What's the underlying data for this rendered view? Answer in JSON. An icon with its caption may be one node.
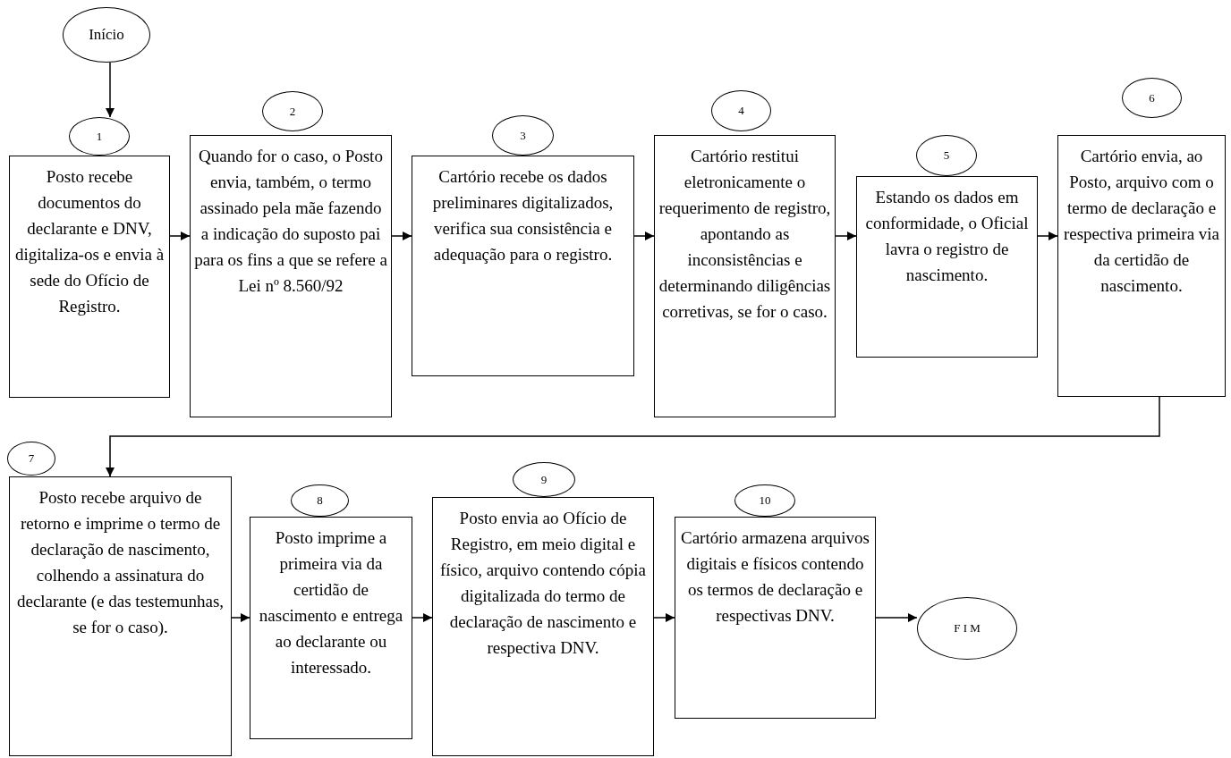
{
  "diagram": {
    "nodes": [
      {
        "text": [
          "Início"
        ]
      },
      {
        "text": [
          "1"
        ]
      },
      {
        "text": [
          "Posto recebe documentos do declarante e DNV, digitaliza-os e envia à sede do Ofício de Registro."
        ]
      },
      {
        "text": [
          "2"
        ]
      },
      {
        "text": [
          "Quando for o caso, o Posto envia, também, o termo assinado pela mãe fazendo a indicação do suposto pai para os fins a que se refere a Lei nº 8.560/92"
        ]
      },
      {
        "text": [
          "3"
        ]
      },
      {
        "text": [
          "Cartório recebe os dados preliminares digitalizados, verifica sua consistência e adequação para o registro."
        ]
      },
      {
        "text": [
          "4"
        ]
      },
      {
        "text": [
          "Cartório restitui eletronicamente o requerimento de registro, apontando as inconsistências e determinando diligências corretivas, se for o caso."
        ]
      },
      {
        "text": [
          "5"
        ]
      },
      {
        "text": [
          "Estando os dados em conformidade, o Oficial lavra o registro de nascimento."
        ]
      },
      {
        "text": [
          "6"
        ]
      },
      {
        "text": [
          "Cartório envia, ao Posto, arquivo com o termo de declaração e respectiva primeira via da certidão de nascimento."
        ]
      },
      {
        "text": [
          "7"
        ]
      },
      {
        "text": [
          "Posto recebe arquivo de retorno e imprime o termo de declaração de nascimento, colhendo a assinatura do declarante (e das testemunhas, se for o caso)."
        ]
      },
      {
        "text": [
          "8"
        ]
      },
      {
        "text": [
          "Posto imprime a primeira via da certidão de nascimento e entrega ao declarante ou interessado."
        ]
      },
      {
        "text": [
          "9"
        ]
      },
      {
        "text": [
          "Posto envia ao Ofício de Registro, em meio digital e físico, arquivo contendo cópia digitalizada do termo de declaração de nascimento e respectiva DNV."
        ]
      },
      {
        "text": [
          "10"
        ]
      },
      {
        "text": [
          "Cartório armazena arquivos digitais e físicos contendo os termos de declaração e respectivas DNV."
        ]
      },
      {
        "text": [
          "F I M"
        ]
      }
    ],
    "edges": [
      {
        "from": 0,
        "to": 1,
        "arrow": "to"
      },
      {
        "from": 2,
        "to": 4,
        "arrow": "to"
      },
      {
        "from": 4,
        "to": 6,
        "arrow": "to"
      },
      {
        "from": 6,
        "to": 8,
        "arrow": "to"
      },
      {
        "from": 8,
        "to": 10,
        "arrow": "to"
      },
      {
        "from": 10,
        "to": 12,
        "arrow": "to"
      },
      {
        "from": 12,
        "to": 14,
        "arrow": "to"
      },
      {
        "from": 14,
        "to": 16,
        "arrow": "to"
      },
      {
        "from": 16,
        "to": 18,
        "arrow": "to"
      },
      {
        "from": 18,
        "to": 20,
        "arrow": "to"
      },
      {
        "from": 20,
        "to": 21,
        "arrow": "to"
      }
    ]
  }
}
